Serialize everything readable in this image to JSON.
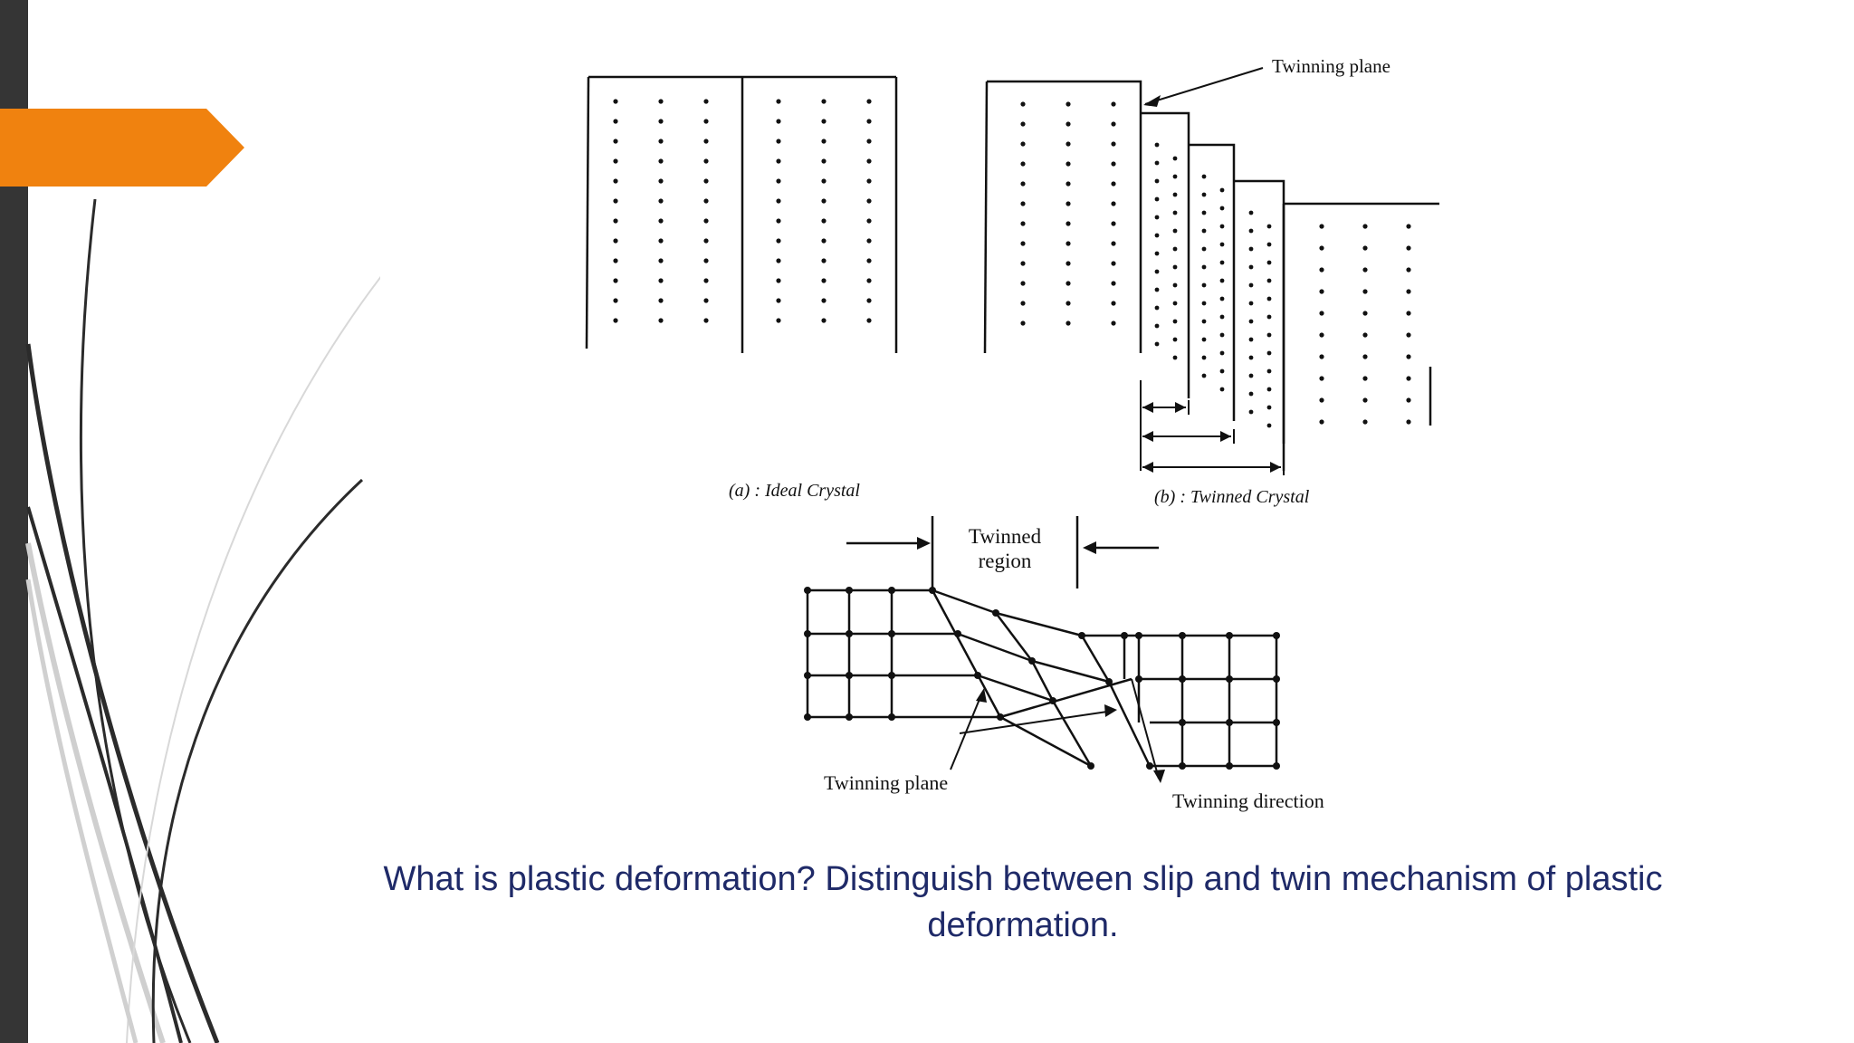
{
  "colors": {
    "left_bar": "#353535",
    "accent_arrow": "#f0820f",
    "question_text": "#1f2a68",
    "diagram_ink": "#111111"
  },
  "figure": {
    "twinning_plane_label": "Twinning plane",
    "caption_a": "(a)  : Ideal Crystal",
    "caption_b": "(b)  : Twinned Crystal",
    "twinned_region_line1": "Twinned",
    "twinned_region_line2": "region",
    "bottom_twinning_plane_label": "Twinning plane",
    "twinning_direction_label": "Twinning direction"
  },
  "question": {
    "text": "What is plastic deformation? Distinguish between slip and twin mechanism of plastic deformation."
  }
}
